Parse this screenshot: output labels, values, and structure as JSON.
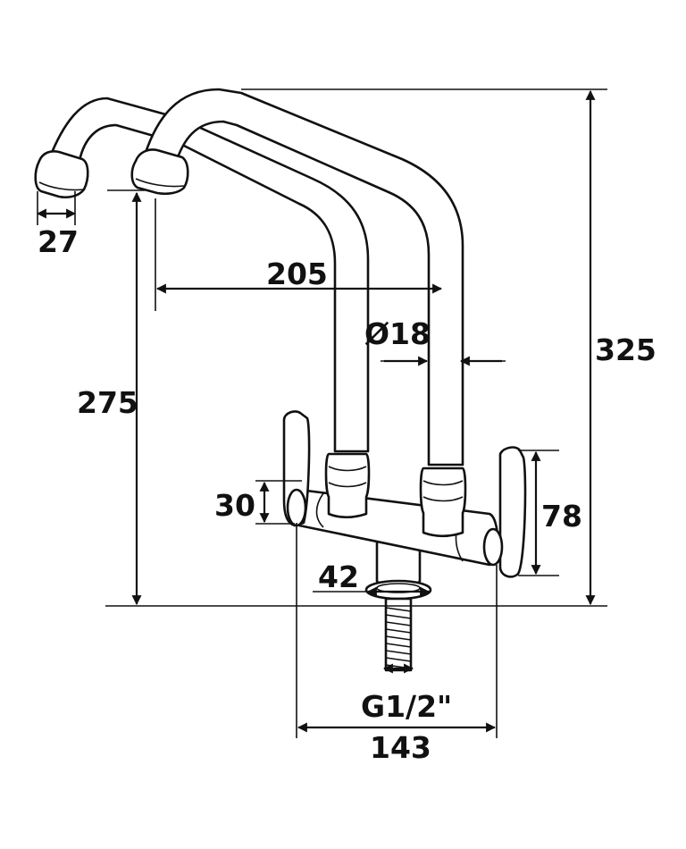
{
  "dimensions": {
    "spout_tip": "27",
    "spout_reach": "205",
    "spout_height": "275",
    "tube_diameter": "Ø18",
    "total_height": "325",
    "body_height": "30",
    "handle_height": "78",
    "base_diameter": "42",
    "thread": "G1/2\"",
    "overall_width": "143"
  }
}
